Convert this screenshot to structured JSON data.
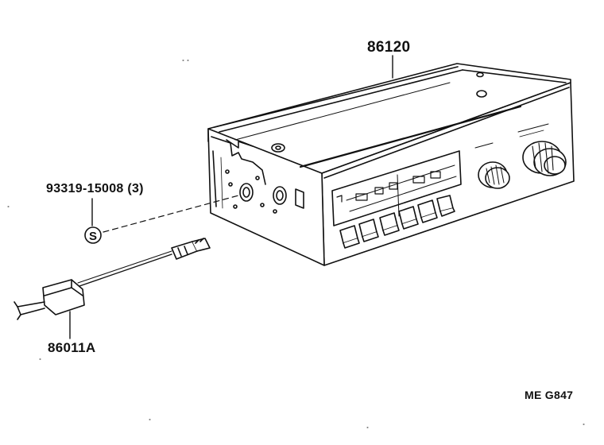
{
  "labels": {
    "unit": "86120",
    "screw": "93319-15008 (3)",
    "screw_marker": "S",
    "harness": "86011A",
    "diagram_code": "ME G847"
  }
}
